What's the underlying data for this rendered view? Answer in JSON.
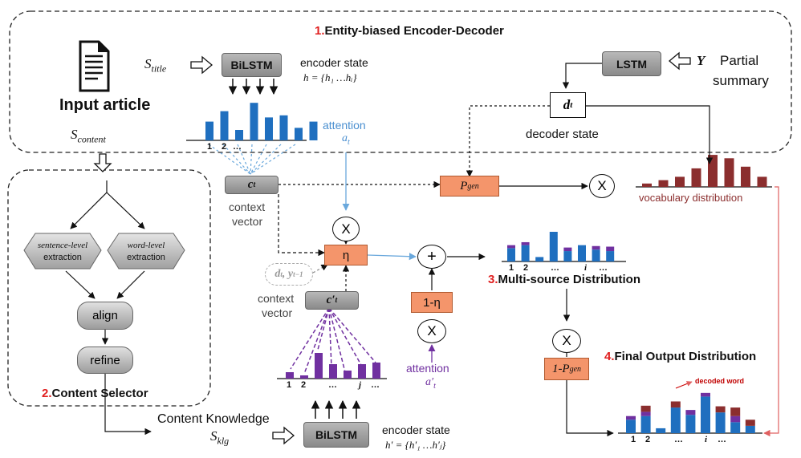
{
  "sections": {
    "encoder_decoder": {
      "num": "1.",
      "label": "Entity-biased Encoder-Decoder"
    },
    "content_selector": {
      "num": "2.",
      "label": "Content  Selector"
    },
    "multi_source": {
      "num": "3.",
      "label": "Multi-source Distribution"
    },
    "final_output": {
      "num": "4.",
      "label": "Final Output Distribution"
    }
  },
  "input": {
    "document_icon": "document-icon",
    "label": "Input article",
    "s_title": "S",
    "s_title_sub": "title",
    "s_content": "S",
    "s_content_sub": "content"
  },
  "encoder_top": {
    "box": "BiLSTM",
    "state_label": "encoder state",
    "state_formula": "h = {h₁ …hᵢ}"
  },
  "decoder": {
    "lstm": "LSTM",
    "y": "Y",
    "partial": "Partial",
    "summary": "summary",
    "dt": "d",
    "dt_sub": "t",
    "state_label": "decoder state"
  },
  "attention_top": {
    "label": "attention",
    "symbol": "a",
    "sub": "t"
  },
  "context": {
    "ct": "c",
    "ct_sub": "t",
    "label1": "context",
    "label2": "vector",
    "ct2": "c′",
    "ct2_sub": "t",
    "label3": "context",
    "label4": "vector"
  },
  "gating": {
    "pgen": "P",
    "pgen_sub": "gen",
    "times": "X",
    "eta": "η",
    "one_minus_eta": "1-η",
    "plus": "+",
    "one_minus_pgen": "1-P",
    "one_minus_pgen_sub": "gen",
    "dy": "d",
    "dy_rest": ", y",
    "dy_sub1": "t",
    "dy_sub2": "t−1"
  },
  "vocab_label": "vocabulary distribution",
  "selector": {
    "sentence1": "sentence-level",
    "sentence2": "extraction",
    "word1": "word-level",
    "word2": "extraction",
    "align": "align",
    "refine": "refine"
  },
  "knowledge": {
    "label": "Content Knowledge",
    "s_klg": "S",
    "s_klg_sub": "klg",
    "box": "BiLSTM",
    "state_label": "encoder state",
    "state_formula": "h′ = {h′₁ …h′ⱼ}"
  },
  "attention_bottom": {
    "label": "attention",
    "symbol": "a′",
    "sub": "t"
  },
  "decoded_word": "decoded word",
  "tick_labels": {
    "enc_top": [
      "1",
      "2",
      "…"
    ],
    "enc_bottom": [
      "1",
      "2",
      "…",
      "j",
      "…"
    ],
    "multi": [
      "1",
      "2",
      "…",
      "i",
      "…"
    ],
    "final": [
      "1",
      "2",
      "…",
      "i",
      "…"
    ]
  },
  "colors": {
    "blue": "#1f6fbf",
    "purple": "#7030a0",
    "brown": "#8b2e2e",
    "orange": "#f4956b",
    "red": "#e02020"
  },
  "chart_data": [
    {
      "type": "bar",
      "name": "encoder attention",
      "values": [
        0.45,
        0.7,
        0.25,
        0.9,
        0.55,
        0.6,
        0.3,
        0.45
      ]
    },
    {
      "type": "bar",
      "name": "vocabulary distribution",
      "values": [
        0.1,
        0.2,
        0.3,
        0.55,
        0.95,
        0.85,
        0.6,
        0.3
      ]
    },
    {
      "type": "bar",
      "name": "knowledge attention",
      "values": [
        0.2,
        0.1,
        0.8,
        0.45,
        0.25,
        0.45,
        0.5
      ]
    },
    {
      "type": "bar",
      "name": "multi-source distribution",
      "blue": [
        0.45,
        0.55,
        0.15,
        1.0,
        0.35,
        0.55,
        0.4,
        0.35
      ],
      "purple": [
        0.1,
        0.1,
        0.0,
        0.0,
        0.12,
        0.0,
        0.12,
        0.15
      ]
    },
    {
      "type": "bar",
      "name": "final output distribution",
      "blue": [
        0.22,
        0.28,
        0.08,
        0.42,
        0.3,
        0.6,
        0.34,
        0.18,
        0.12
      ],
      "purple": [
        0.06,
        0.07,
        0.0,
        0.0,
        0.08,
        0.06,
        0.0,
        0.1,
        0.0
      ],
      "brown": [
        0.0,
        0.1,
        0.0,
        0.1,
        0.0,
        0.0,
        0.1,
        0.14,
        0.1
      ]
    }
  ]
}
